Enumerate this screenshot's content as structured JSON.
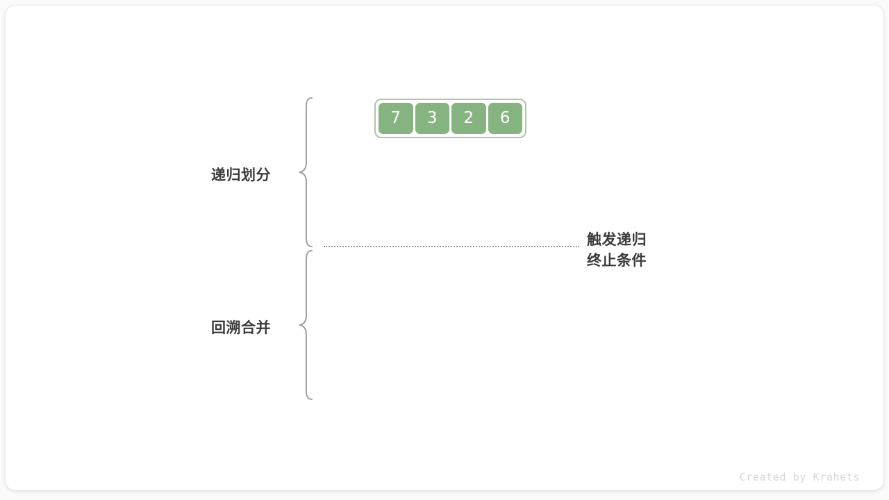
{
  "figure": {
    "background_color": "#fafafa",
    "card_color": "#ffffff"
  },
  "array": {
    "values": [
      "7",
      "3",
      "2",
      "6"
    ],
    "cell_color": "#86b480",
    "cell_text_color": "#ffffff",
    "container_border_color": "#a8cba2"
  },
  "labels": {
    "divide": "递归划分",
    "merge": "回溯合并",
    "text_color": "#3c3c3c"
  },
  "annotation": {
    "line1": "触发递归",
    "line2": "终止条件"
  },
  "divider": {
    "style": "dotted",
    "color": "#9a9a9a"
  },
  "braces": {
    "color": "#a0a0a0",
    "divide_name": "brace-divide",
    "merge_name": "brace-merge"
  },
  "watermark": {
    "text": "Created by Krahets",
    "color": "#d6d6d6"
  }
}
